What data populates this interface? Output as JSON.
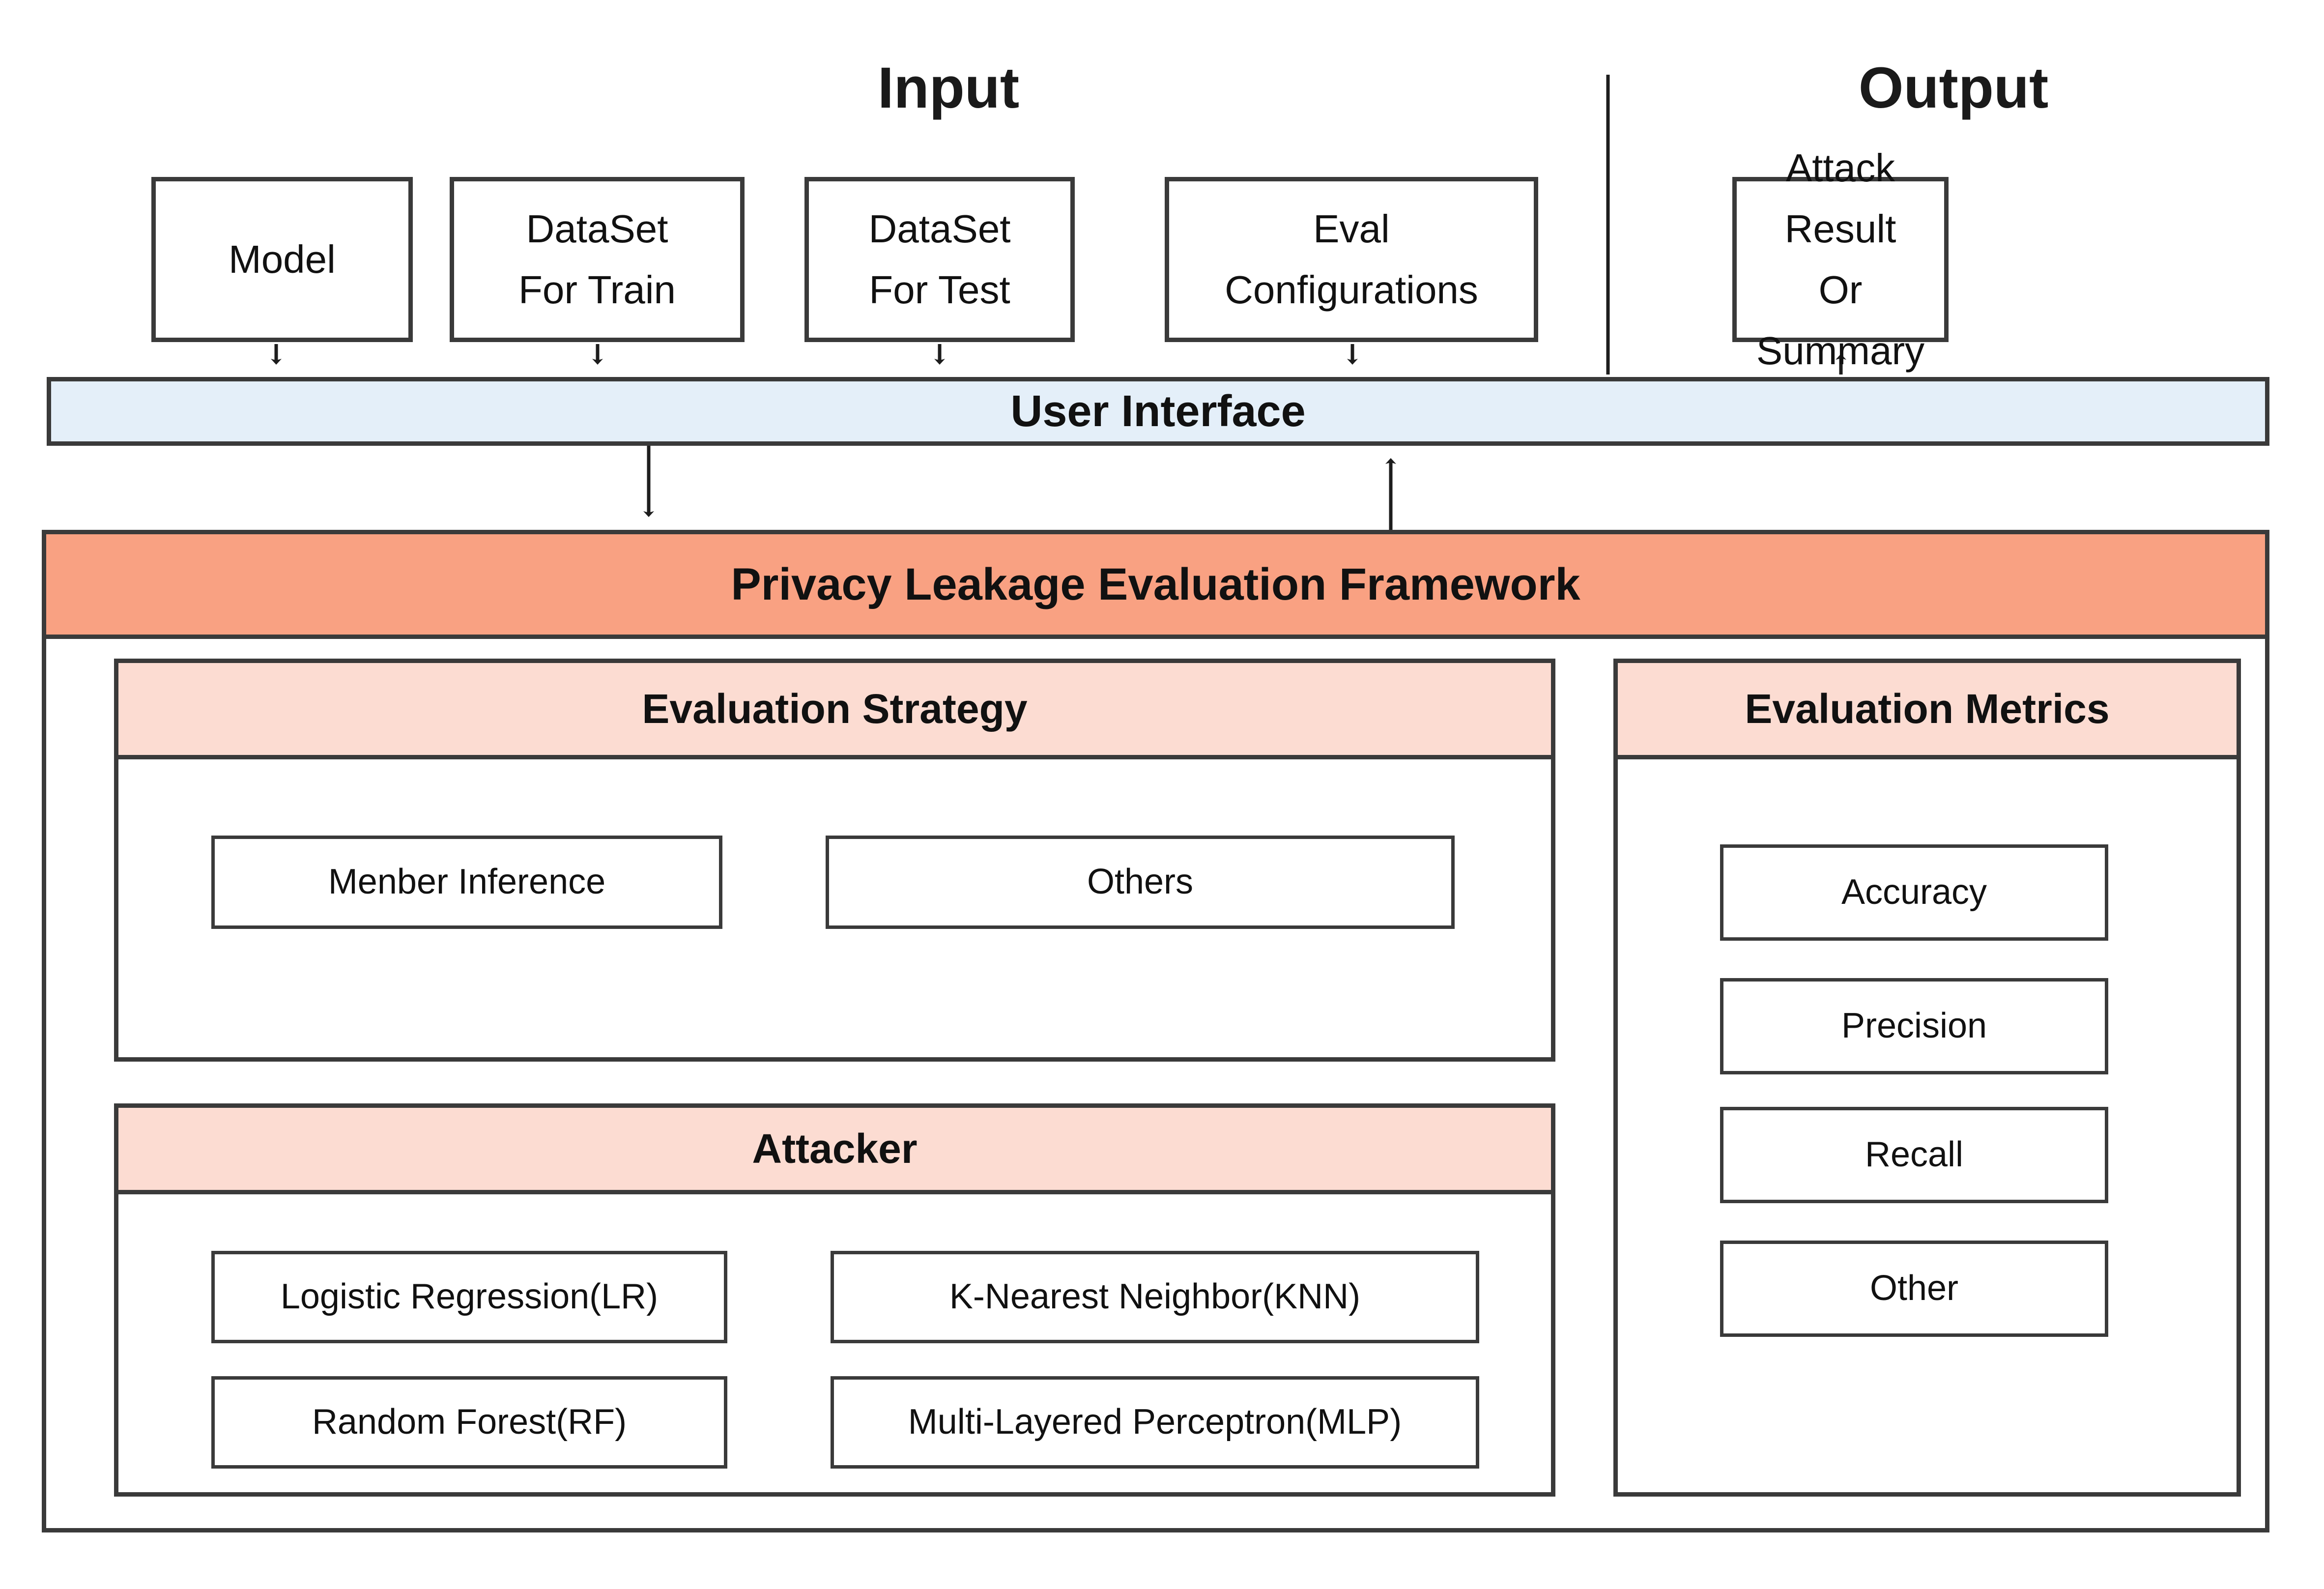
{
  "diagram": {
    "sections": {
      "input_title": "Input",
      "output_title": "Output"
    },
    "input_boxes": [
      {
        "label": "Model"
      },
      {
        "line1": "DataSet",
        "line2": "For Train"
      },
      {
        "line1": "DataSet",
        "line2": "For Test"
      },
      {
        "line1": "Eval",
        "line2": "Configurations"
      }
    ],
    "output_boxes": [
      {
        "line1": "Attack Result",
        "line2": "Or Summary"
      }
    ],
    "user_interface": {
      "label": "User Interface"
    },
    "framework": {
      "title": "Privacy Leakage Evaluation Framework",
      "evaluation_strategy": {
        "title": "Evaluation Strategy",
        "items": [
          {
            "label": "Menber Inference"
          },
          {
            "label": "Others"
          }
        ]
      },
      "attacker": {
        "title": "Attacker",
        "items": [
          {
            "label": "Logistic Regression(LR)"
          },
          {
            "label": "K-Nearest Neighbor(KNN)"
          },
          {
            "label": "Random Forest(RF)"
          },
          {
            "label": "Multi-Layered Perceptron(MLP)"
          }
        ]
      },
      "evaluation_metrics": {
        "title": "Evaluation Metrics",
        "items": [
          {
            "label": "Accuracy"
          },
          {
            "label": "Precision"
          },
          {
            "label": "Recall"
          },
          {
            "label": "Other"
          }
        ]
      }
    },
    "colors": {
      "border": "#3a3a3a",
      "ui_bar_fill": "#e4eff9",
      "framework_fill": "#f9a182",
      "panel_header_fill": "#fcdcd2",
      "page_background": "#ffffff",
      "text": "#111111"
    }
  }
}
